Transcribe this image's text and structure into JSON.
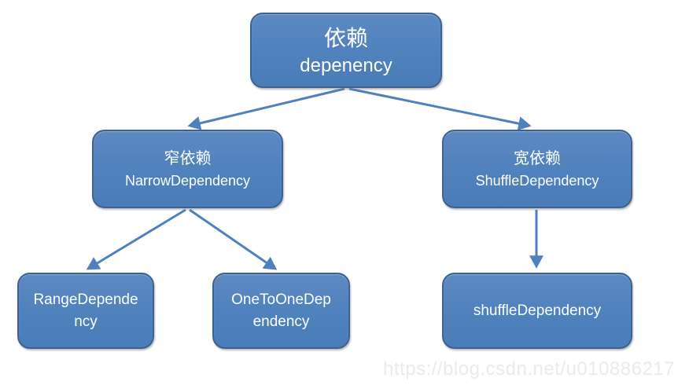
{
  "diagram": {
    "title_hint": "Spark dependency class hierarchy",
    "nodes": {
      "root": {
        "lines": [
          "依赖",
          "depenency"
        ]
      },
      "narrow": {
        "lines": [
          "窄依赖",
          "NarrowDependency"
        ]
      },
      "wide": {
        "lines": [
          "宽依赖",
          "ShuffleDependency"
        ]
      },
      "range": {
        "lines": [
          "RangeDepende",
          "ncy"
        ]
      },
      "onetoone": {
        "lines": [
          "OneToOneDep",
          "endency"
        ]
      },
      "shuffle_leaf": {
        "lines": [
          "shuffleDependency"
        ]
      }
    },
    "edges": [
      {
        "from": "root",
        "to": "narrow"
      },
      {
        "from": "root",
        "to": "wide"
      },
      {
        "from": "narrow",
        "to": "range"
      },
      {
        "from": "narrow",
        "to": "onetoone"
      },
      {
        "from": "wide",
        "to": "shuffle_leaf"
      }
    ],
    "colors": {
      "node_fill": "#4f81bd",
      "node_border": "#3d6190",
      "arrow": "#4f81bd",
      "text": "#ffffff",
      "watermark_text": "#ebebeb",
      "background": "#ffffff"
    }
  },
  "watermark": "https://blog.csdn.net/u010886217"
}
